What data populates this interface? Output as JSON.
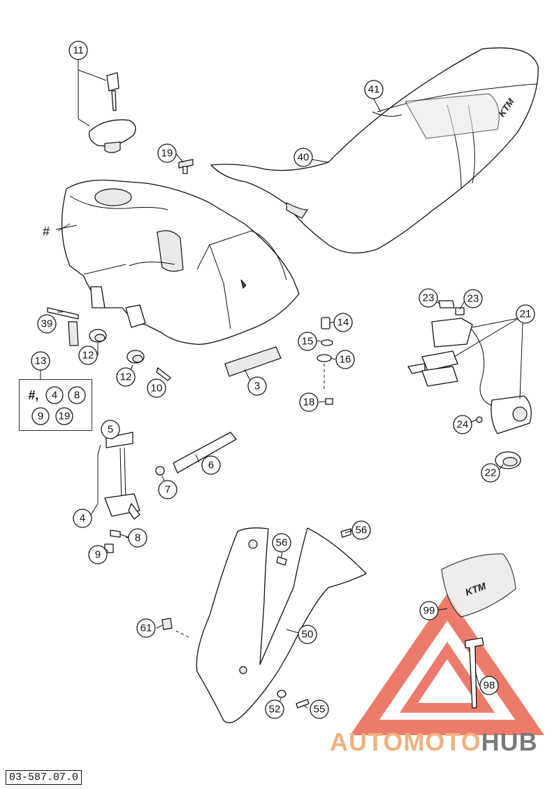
{
  "document_code": "03-587.07.0",
  "watermark": {
    "brand_part1": "AUTOMOTO",
    "brand_part2": "HUB",
    "colors": {
      "triangle": "#e8503a",
      "part1": "#f2b07e",
      "part2": "#7b7b7b"
    }
  },
  "group_box": {
    "label": "13",
    "contents": [
      "#,",
      "4",
      "8",
      "9",
      "19"
    ]
  },
  "callouts": {
    "c11": "11",
    "c41": "41",
    "c19": "19",
    "c40": "40",
    "c_hash": "#",
    "c14": "14",
    "c23a": "23",
    "c23b": "23",
    "c21": "21",
    "c39": "39",
    "c12a": "12",
    "c15": "15",
    "c16": "16",
    "c12b": "12",
    "c10": "10",
    "c3": "3",
    "c18": "18",
    "c24": "24",
    "c5": "5",
    "c6": "6",
    "c22": "22",
    "c7": "7",
    "c4": "4",
    "c8": "8",
    "c56a": "56",
    "c56b": "56",
    "c9": "9",
    "c99": "99",
    "c61": "61",
    "c50": "50",
    "c98": "98",
    "c52": "52",
    "c55": "55"
  }
}
